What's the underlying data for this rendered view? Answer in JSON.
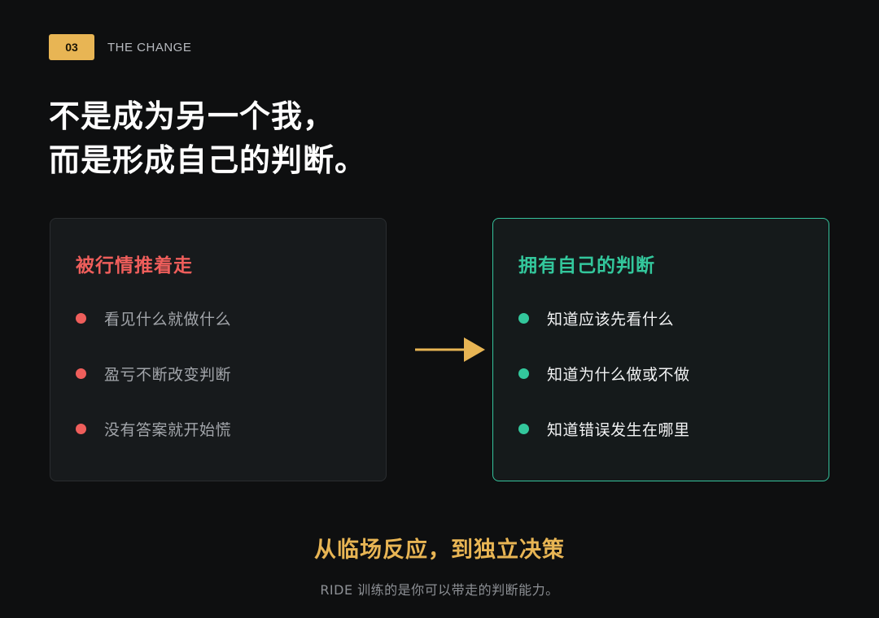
{
  "header": {
    "badge": "03",
    "eyebrow": "THE CHANGE"
  },
  "title": {
    "line1": "不是成为另一个我，",
    "line2": "而是形成自己的判断。"
  },
  "left_card": {
    "title": "被行情推着走",
    "items": [
      "看见什么就做什么",
      "盈亏不断改变判断",
      "没有答案就开始慌"
    ]
  },
  "right_card": {
    "title": "拥有自己的判断",
    "items": [
      "知道应该先看什么",
      "知道为什么做或不做",
      "知道错误发生在哪里"
    ]
  },
  "footer": {
    "title": "从临场反应，到独立决策",
    "subtitle": "RIDE 训练的是你可以带走的判断能力。"
  },
  "colors": {
    "background": "#0e0f10",
    "accent_gold": "#e8b554",
    "negative_red": "#ef5e5b",
    "positive_green": "#33c79c"
  },
  "icons": {
    "transition": "arrow-right-icon",
    "bullet": "dot-icon"
  }
}
